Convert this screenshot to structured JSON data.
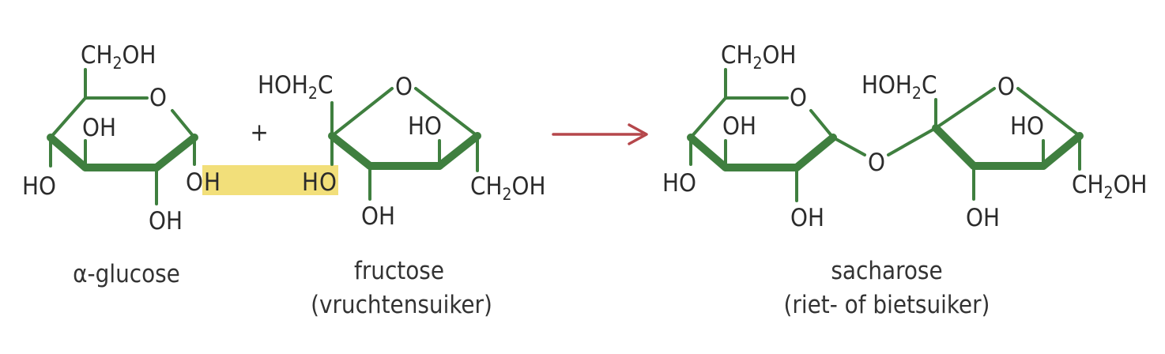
{
  "colors": {
    "bond": "#3f7f3f",
    "highlight": "#f2df7a",
    "arrow": "#b5474b",
    "text": "#2b2b2b"
  },
  "plus": "+",
  "glucose": {
    "ring_oxygen": "O",
    "top_group_main": "CH",
    "top_group_sub": "2",
    "top_group_end": "OH",
    "upper_oh": "OH",
    "left_ho": "HO",
    "bottom_oh": "OH",
    "right_oh_o": "O",
    "right_oh_h": "H",
    "caption": "α-glucose"
  },
  "fructose": {
    "ring_oxygen": "O",
    "left_group_main": "HOH",
    "left_group_sub": "2",
    "left_group_end": "C",
    "ho_left_h": "H",
    "ho_left_o": "O",
    "upper_ho": "HO",
    "bottom_oh": "OH",
    "right_group_main": "CH",
    "right_group_sub": "2",
    "right_group_end": "OH",
    "caption_line1": "fructose",
    "caption_line2": "(vruchtensuiker)"
  },
  "sucrose": {
    "glucose_ring_oxygen": "O",
    "glucose_top_main": "CH",
    "glucose_top_sub": "2",
    "glucose_top_end": "OH",
    "glucose_upper_oh": "OH",
    "glucose_left_ho": "HO",
    "glucose_bottom_oh": "OH",
    "bridge_oxygen": "O",
    "fructose_ring_oxygen": "O",
    "fructose_left_main": "HOH",
    "fructose_left_sub": "2",
    "fructose_left_end": "C",
    "fructose_upper_ho": "HO",
    "fructose_bottom_oh": "OH",
    "fructose_right_main": "CH",
    "fructose_right_sub": "2",
    "fructose_right_end": "OH",
    "caption_line1": "sacharose",
    "caption_line2": "(riet- of bietsuiker)"
  }
}
